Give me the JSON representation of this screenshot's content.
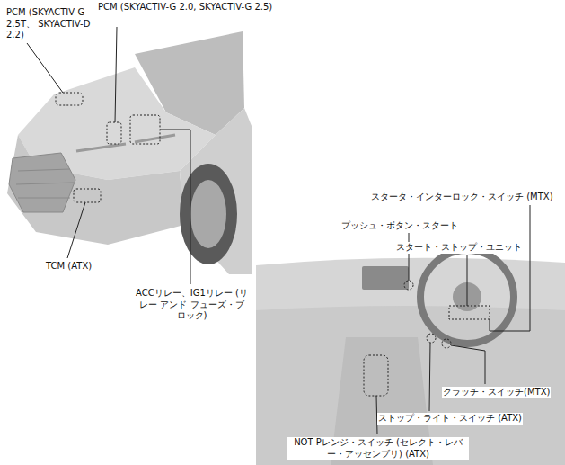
{
  "diagram": {
    "labels": [
      "PCM (SKYACTIV-G 2.5T、 SKYACTIV-D 2.2)",
      "PCM (SKYACTIV-G 2.0, SKYACTIV-G 2.5)",
      "TCM (ATX)",
      "ACCリレー、IG1リレー (リレー アンド フューズ・ブロック)",
      "スタータ・インターロック・スイッチ (MTX)",
      "プッシュ・ボタン・スタート",
      "スタート・ストップ・ユニット",
      "クラッチ・スイッチ(MTX)",
      "ストップ・ライト・スイッチ (ATX)",
      "NOT Pレンジ・スイッチ (セレクト・レバー・アッセンブリ) (ATX)"
    ]
  }
}
